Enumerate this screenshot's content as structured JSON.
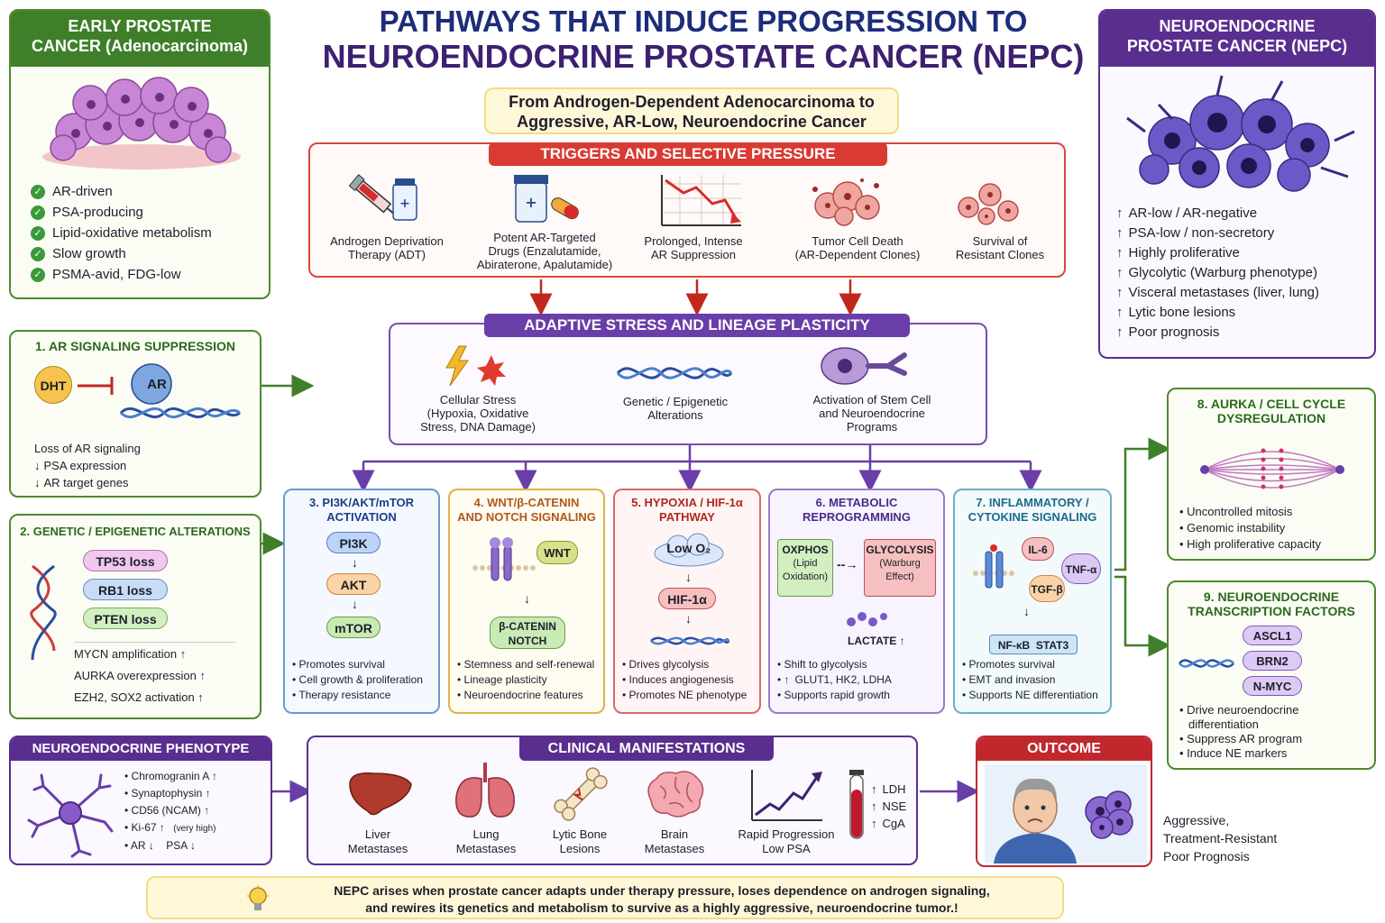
{
  "title": {
    "line1": "PATHWAYS THAT INDUCE PROGRESSION TO",
    "line2": "NEUROENDOCRINE PROSTATE CANCER (NEPC)"
  },
  "subtitle": {
    "line1": "From Androgen-Dependent Adenocarcinoma to",
    "line2": "Aggressive, AR-Low, Neuroendocrine Cancer"
  },
  "early": {
    "header_line1": "EARLY PROSTATE",
    "header_line2": "CANCER (Adenocarcinoma)",
    "items": [
      "AR-driven",
      "PSA-producing",
      "Lipid-oxidative metabolism",
      "Slow growth",
      "PSMA-avid, FDG-low"
    ]
  },
  "nepc": {
    "header_line1": "NEUROENDOCRINE",
    "header_line2": "PROSTATE CANCER (NEPC)",
    "items": [
      "AR-low / AR-negative",
      "PSA-low / non-secretory",
      "Highly proliferative",
      "Glycolytic (Warburg phenotype)",
      "Visceral metastases (liver, lung)",
      "Lytic bone lesions",
      "Poor prognosis"
    ]
  },
  "triggers": {
    "header": "TRIGGERS AND SELECTIVE PRESSURE",
    "items": [
      {
        "line1": "Androgen Deprivation",
        "line2": "Therapy (ADT)",
        "line3": ""
      },
      {
        "line1": "Potent AR-Targeted",
        "line2": "Drugs (Enzalutamide,",
        "line3": "Abiraterone, Apalutamide)"
      },
      {
        "line1": "Prolonged, Intense",
        "line2": "AR Suppression",
        "line3": ""
      },
      {
        "line1": "Tumor Cell Death",
        "line2": "(AR-Dependent Clones)",
        "line3": ""
      },
      {
        "line1": "Survival of",
        "line2": "Resistant Clones",
        "line3": ""
      }
    ]
  },
  "adaptive": {
    "header": "ADAPTIVE STRESS AND LINEAGE PLASTICITY",
    "stress": {
      "line1": "Cellular Stress",
      "line2": "(Hypoxia, Oxidative",
      "line3": "Stress, DNA Damage)"
    },
    "genetic": {
      "line1": "Genetic / Epigenetic",
      "line2": "Alterations"
    },
    "stem": {
      "line1": "Activation of Stem Cell",
      "line2": "and Neuroendocrine",
      "line3": "Programs"
    }
  },
  "ar_suppression": {
    "title": "1. AR SIGNALING SUPPRESSION",
    "dht": "DHT",
    "ar": "AR",
    "items": [
      "Loss of AR signaling",
      "PSA expression",
      "AR target genes"
    ],
    "arrows": [
      "",
      "↓",
      "↓"
    ]
  },
  "genetic_alt": {
    "title": "2. GENETIC / EPIGENETIC ALTERATIONS",
    "pills": [
      "TP53 loss",
      "RB1 loss",
      "PTEN loss"
    ],
    "items": [
      "MYCN amplification",
      "AURKA overexpression",
      "EZH2, SOX2 activation"
    ]
  },
  "pathways": [
    {
      "title_line1": "3. PI3K/AKT/mTOR",
      "title_line2": "ACTIVATION",
      "nodes": [
        "PI3K",
        "AKT",
        "mTOR"
      ],
      "bullets": [
        "Promotes survival",
        "Cell growth & proliferation",
        "Therapy resistance"
      ]
    },
    {
      "title_line1": "4. WNT/β-CATENIN",
      "title_line2": "AND NOTCH SIGNALING",
      "nodes": [
        "WNT",
        "β-CATENIN",
        "NOTCH"
      ],
      "bullets": [
        "Stemness and self-renewal",
        "Lineage plasticity",
        "Neuroendocrine features"
      ]
    },
    {
      "title_line1": "5. HYPOXIA / HIF-1α",
      "title_line2": "PATHWAY",
      "nodes": [
        "Low O₂",
        "HIF-1α"
      ],
      "bullets": [
        "Drives glycolysis",
        "Induces angiogenesis",
        "Promotes NE phenotype"
      ]
    },
    {
      "title_line1": "6. METABOLIC",
      "title_line2": "REPROGRAMMING",
      "nodes": [
        "OXPHOS",
        "(Lipid",
        "Oxidation)",
        "GLYCOLYSIS",
        "(Warburg",
        "Effect)",
        "LACTATE"
      ],
      "bullets": [
        "Shift to glycolysis",
        "GLUT1, HK2, LDHA",
        "Supports rapid growth"
      ]
    },
    {
      "title_line1": "7. INFLAMMATORY /",
      "title_line2": "CYTOKINE SIGNALING",
      "nodes": [
        "IL-6",
        "TNF-α",
        "TGF-β",
        "NF-κB",
        "STAT3"
      ],
      "bullets": [
        "Promotes survival",
        "EMT and invasion",
        "Supports NE differentiation"
      ]
    }
  ],
  "aurka": {
    "title_line1": "8. AURKA / CELL CYCLE",
    "title_line2": "DYSREGULATION",
    "bullets": [
      "Uncontrolled mitosis",
      "Genomic instability",
      "High proliferative capacity"
    ]
  },
  "ne_tf": {
    "title_line1": "9. NEUROENDOCRINE",
    "title_line2": "TRANSCRIPTION FACTORS",
    "pills": [
      "ASCL1",
      "BRN2",
      "N-MYC"
    ],
    "bullets": [
      "Drive neuroendocrine",
      "differentiation",
      "Suppress AR program",
      "Induce NE markers"
    ]
  },
  "ne_phenotype": {
    "header": "NEUROENDOCRINE PHENOTYPE",
    "items": [
      "Chromogranin A",
      "Synaptophysin",
      "CD56 (NCAM)",
      "Ki-67",
      "(very high)",
      "AR",
      "PSA"
    ]
  },
  "clinical": {
    "header": "CLINICAL MANIFESTATIONS",
    "items": [
      {
        "line1": "Liver",
        "line2": "Metastases"
      },
      {
        "line1": "Lung",
        "line2": "Metastases"
      },
      {
        "line1": "Lytic Bone",
        "line2": "Lesions"
      },
      {
        "line1": "Brain",
        "line2": "Metastases"
      },
      {
        "line1": "Rapid Progression",
        "line2": "Low PSA"
      }
    ],
    "markers": [
      "LDH",
      "NSE",
      "CgA"
    ]
  },
  "outcome": {
    "header": "OUTCOME",
    "lines": [
      "Aggressive,",
      "Treatment-Resistant",
      "Poor Prognosis"
    ]
  },
  "footer": {
    "line1": "NEPC arises when prostate cancer adapts under therapy pressure, loses dependence on androgen signaling,",
    "line2": "and rewires its genetics and metabolism to survive as a highly aggressive, neuroendocrine tumor.!"
  },
  "colors": {
    "green": "#3f7f2a",
    "purple": "#5a2e8f",
    "red": "#d93a32",
    "navy": "#1c2d7a"
  }
}
